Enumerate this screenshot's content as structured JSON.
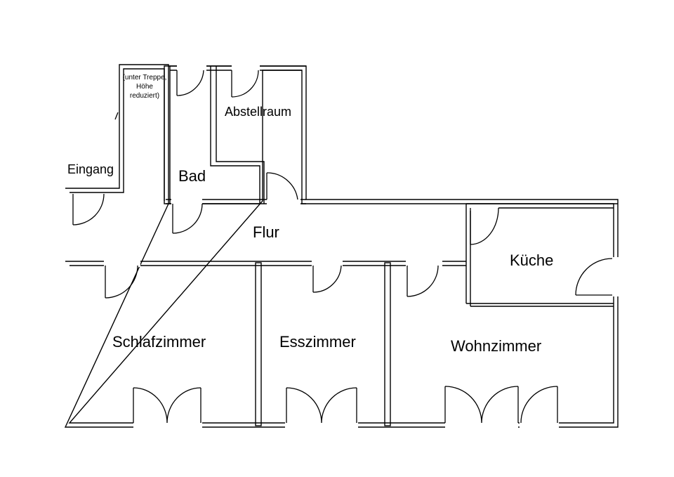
{
  "plan": {
    "rooms": {
      "eingang": "Eingang",
      "note": "(unter Treppe, Höhe reduziert)",
      "bad": "Bad",
      "abstellraum": "Abstellraum",
      "flur": "Flur",
      "kueche": "Küche",
      "schlafzimmer": "Schlafzimmer",
      "esszimmer": "Esszimmer",
      "wohnzimmer": "Wohnzimmer"
    },
    "colors": {
      "wall": "#000000",
      "background": "#ffffff"
    }
  }
}
